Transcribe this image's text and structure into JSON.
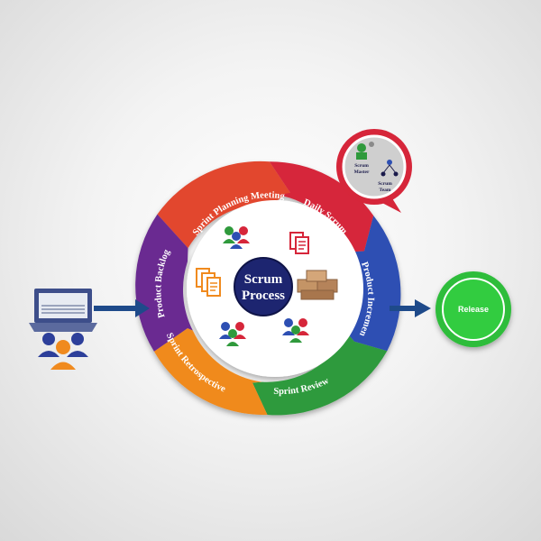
{
  "diagram": {
    "center": {
      "line1": "Scrum",
      "line2": "Process"
    },
    "phases": [
      {
        "label": "Sprint Planning Meeting",
        "color": "#e2472f"
      },
      {
        "label": "Daily Scrum",
        "color": "#d6263a"
      },
      {
        "label": "Product Increment",
        "color": "#2d4fb3"
      },
      {
        "label": "Sprint Review",
        "color": "#2f9a3c"
      },
      {
        "label": "Sprint Retrospective",
        "color": "#f08a1e"
      },
      {
        "label": "Product Backlog",
        "color": "#6b2c91"
      }
    ],
    "bubble": {
      "role1": "Scrum",
      "role1b": "Master",
      "role2": "Scrum",
      "role2b": "Team"
    },
    "release": {
      "label": "Release",
      "color": "#2dbd3a"
    },
    "colors": {
      "arrow": "#1e4a8a",
      "center": "#1d2570",
      "laptop": "#3d4e8a"
    }
  }
}
